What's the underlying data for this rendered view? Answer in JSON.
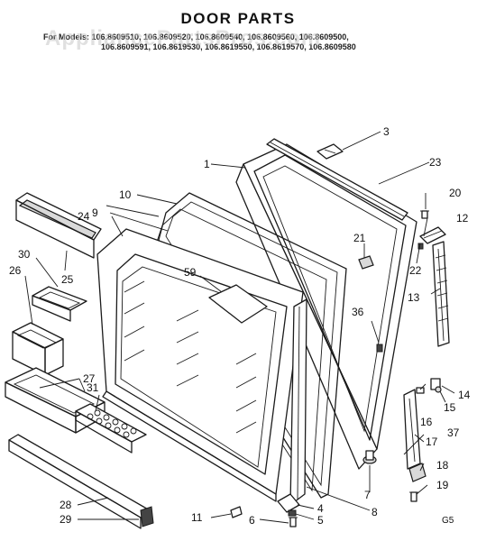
{
  "title": "DOOR PARTS",
  "models_line1": "For Models: 106.8609510, 106.8609520, 106.8609540, 106.8609560, 106.8609500,",
  "models_line2": "106.8609591, 106.8619530, 106.8619550, 106.8619570, 106.8609580",
  "watermark": "AppliancePartsPros.com",
  "corner_mark": "G5",
  "callouts": [
    {
      "id": "c1",
      "label": "1"
    },
    {
      "id": "c3",
      "label": "3"
    },
    {
      "id": "c4",
      "label": "4"
    },
    {
      "id": "c5",
      "label": "5"
    },
    {
      "id": "c6",
      "label": "6"
    },
    {
      "id": "c7",
      "label": "7"
    },
    {
      "id": "c8",
      "label": "8"
    },
    {
      "id": "c9",
      "label": "9"
    },
    {
      "id": "c10",
      "label": "10"
    },
    {
      "id": "c11",
      "label": "11"
    },
    {
      "id": "c12",
      "label": "12"
    },
    {
      "id": "c13",
      "label": "13"
    },
    {
      "id": "c14",
      "label": "14"
    },
    {
      "id": "c15",
      "label": "15"
    },
    {
      "id": "c16",
      "label": "16"
    },
    {
      "id": "c17",
      "label": "17"
    },
    {
      "id": "c18",
      "label": "18"
    },
    {
      "id": "c19",
      "label": "19"
    },
    {
      "id": "c20",
      "label": "20"
    },
    {
      "id": "c21",
      "label": "21"
    },
    {
      "id": "c22",
      "label": "22"
    },
    {
      "id": "c23",
      "label": "23"
    },
    {
      "id": "c24",
      "label": "24"
    },
    {
      "id": "c25",
      "label": "25"
    },
    {
      "id": "c26",
      "label": "26"
    },
    {
      "id": "c27",
      "label": "27"
    },
    {
      "id": "c28",
      "label": "28"
    },
    {
      "id": "c29",
      "label": "29"
    },
    {
      "id": "c30",
      "label": "30"
    },
    {
      "id": "c31",
      "label": "31"
    },
    {
      "id": "c36",
      "label": "36"
    },
    {
      "id": "c37",
      "label": "37"
    },
    {
      "id": "c59",
      "label": "59"
    }
  ]
}
